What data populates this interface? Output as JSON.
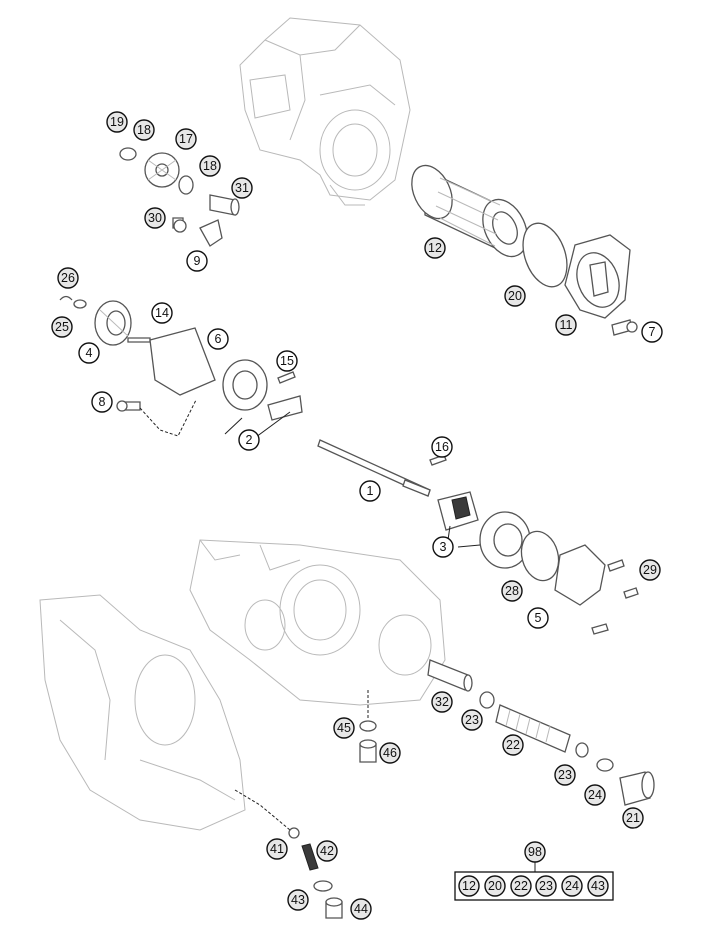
{
  "callouts": {
    "c1": "1",
    "c2": "2",
    "c3": "3",
    "c4": "4",
    "c5": "5",
    "c6": "6",
    "c7": "7",
    "c8": "8",
    "c9": "9",
    "c11": "11",
    "c12": "12",
    "c14": "14",
    "c15": "15",
    "c16": "16",
    "c17": "17",
    "c18a": "18",
    "c18b": "18",
    "c19": "19",
    "c20": "20",
    "c21": "21",
    "c22": "22",
    "c23a": "23",
    "c23b": "23",
    "c24": "24",
    "c25": "25",
    "c26": "26",
    "c28": "28",
    "c29": "29",
    "c30": "30",
    "c31": "31",
    "c32": "32",
    "c41": "41",
    "c42": "42",
    "c43": "43",
    "c44": "44",
    "c45": "45",
    "c46": "46",
    "c98": "98"
  },
  "kit_box": {
    "items": [
      "12",
      "20",
      "22",
      "23",
      "24",
      "43"
    ]
  }
}
